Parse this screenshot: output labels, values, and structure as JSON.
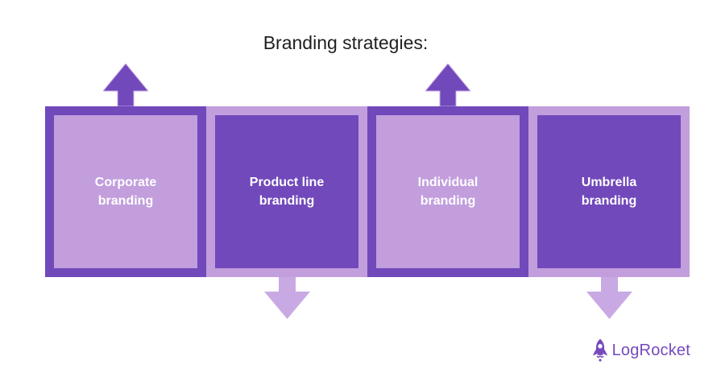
{
  "title": "Branding strategies:",
  "boxes": [
    {
      "label": "Corporate branding",
      "style": "light-fill-dark-border",
      "arrow": "up"
    },
    {
      "label": "Product line branding",
      "style": "dark-fill-light-border",
      "arrow": "down"
    },
    {
      "label": "Individual branding",
      "style": "light-fill-dark-border",
      "arrow": "up"
    },
    {
      "label": "Umbrella branding",
      "style": "dark-fill-light-border",
      "arrow": "down"
    }
  ],
  "icons": {
    "arrow_up": "▲ thick up block arrow",
    "arrow_down": "▼ thick down block arrow",
    "rocket": "🚀 rocket ship with porthole and fins"
  },
  "colors": {
    "dark_purple": "#7149bb",
    "light_purple": "#c29edd",
    "arrow_light_purple": "#c9a9e4",
    "logo_purple": "#764abc",
    "title_color": "#1f1f1f",
    "label_color": "#ffffff",
    "background": "#ffffff"
  },
  "logo": {
    "text": "LogRocket"
  }
}
